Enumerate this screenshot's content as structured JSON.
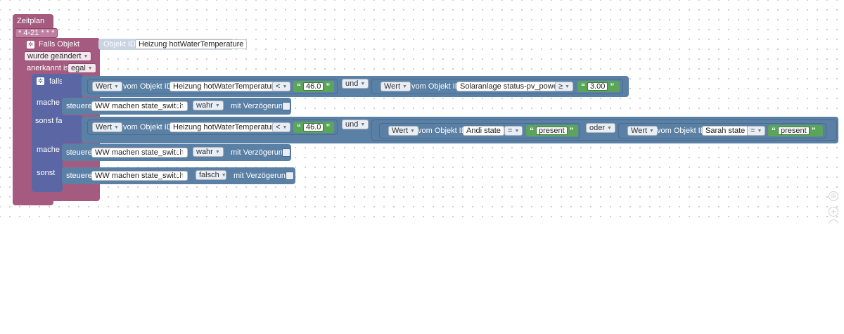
{
  "schedule": {
    "title": "Zeitplan",
    "cron": "* 4-21 * * *"
  },
  "trigger": {
    "label_if_object": "Falls Objekt",
    "object_id_label": "Objekt ID",
    "object_id_value": "Heizung hotWaterTemperature",
    "changed": "wurde geändert",
    "acknowledged_label": "anerkannt ist",
    "acknowledged_value": "egal"
  },
  "ifblock": {
    "falls": "falls",
    "mache": "mache",
    "sonst_falls": "sonst falls",
    "sonst": "sonst"
  },
  "common": {
    "wert": "Wert",
    "vom_objekt_id": "vom Objekt ID",
    "und": "und",
    "oder": "oder",
    "steuere": "steuere",
    "mit": "mit",
    "mit_verzoegerung": "mit Verzögerung",
    "target": "WW machen state_switch",
    "hot_water": "Heizung hotWaterTemperature"
  },
  "cond1": {
    "op1": "<",
    "val1": "46.0",
    "obj2": "Solaranlage status-pv_power",
    "op2": "≥",
    "val2": "3.00"
  },
  "cond2": {
    "op1": "<",
    "val1": "46.0",
    "obj_andi": "Andi state",
    "op_andi": "=",
    "val_andi": "present",
    "obj_sarah": "Sarah state",
    "op_sarah": "=",
    "val_sarah": "present"
  },
  "actions": {
    "do1_value": "wahr",
    "do2_value": "wahr",
    "else_value": "falsch"
  },
  "zoom_controls": [
    "center-icon",
    "zoom-in-icon",
    "zoom-out-icon"
  ]
}
